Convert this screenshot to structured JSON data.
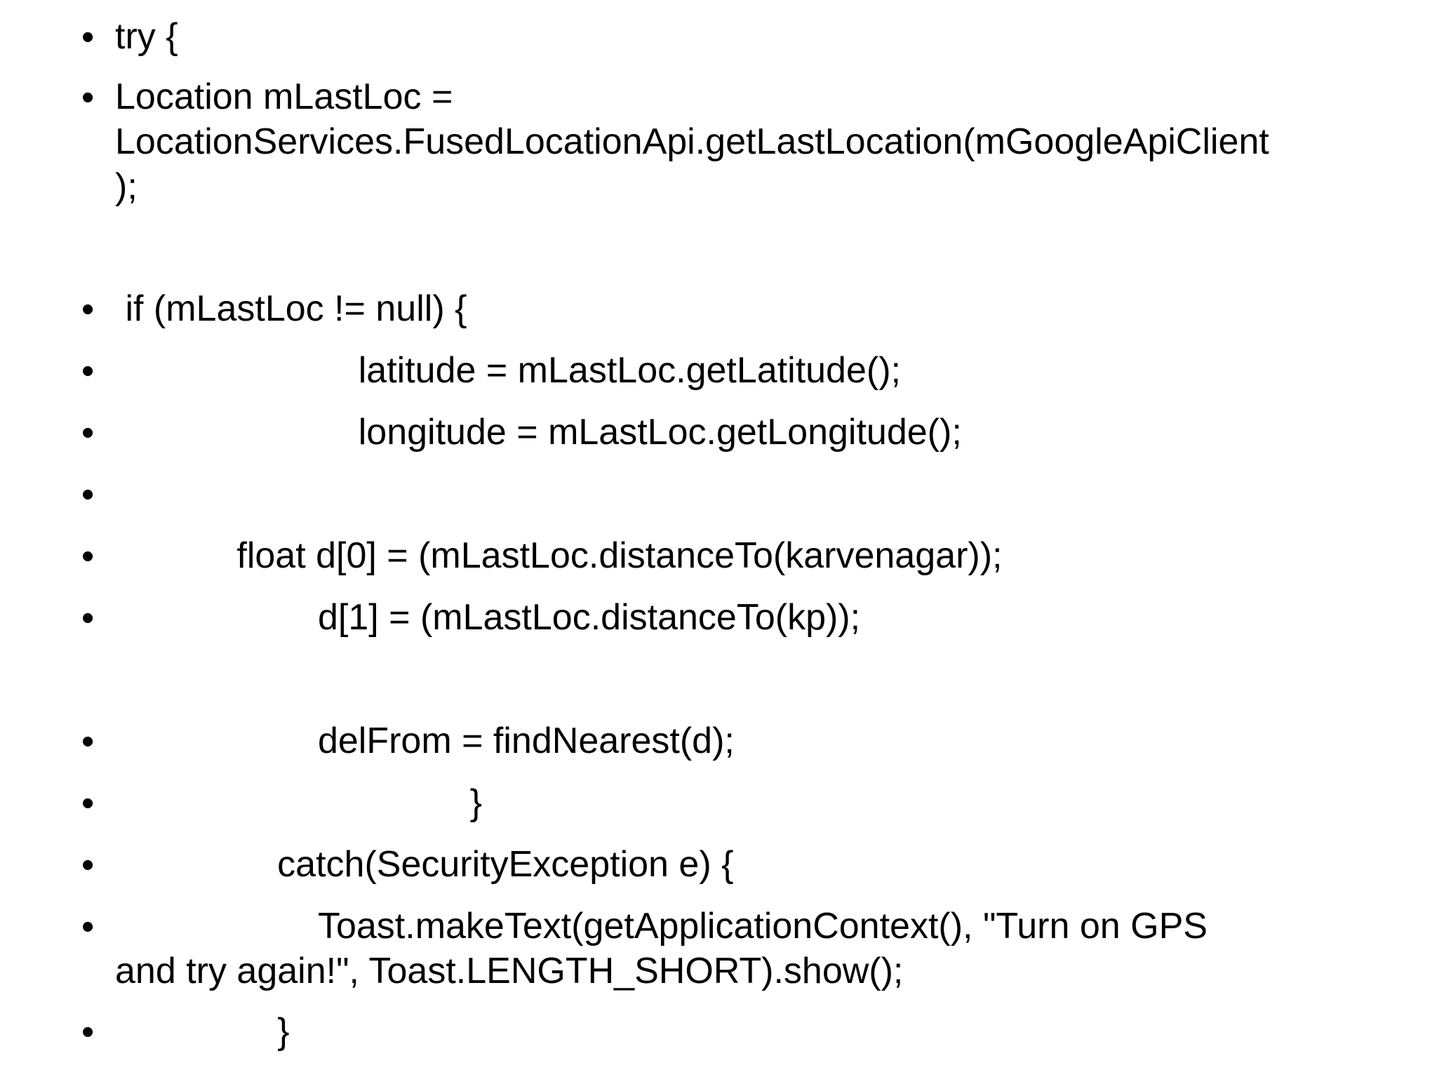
{
  "slide": {
    "bullet_glyph": "•",
    "lines": [
      {
        "text": "try {"
      },
      {
        "text": "Location mLastLoc =\nLocationServices.FusedLocationApi.getLastLocation(mGoogleApiClient\n);"
      },
      {
        "text": " if (mLastLoc != null) {"
      },
      {
        "text": "                        latitude = mLastLoc.getLatitude();"
      },
      {
        "text": "                        longitude = mLastLoc.getLongitude();"
      },
      {
        "text": ""
      },
      {
        "text": "            float d[0] = (mLastLoc.distanceTo(karvenagar));"
      },
      {
        "text": "                    d[1] = (mLastLoc.distanceTo(kp));"
      },
      {
        "text": "                    delFrom = findNearest(d);"
      },
      {
        "text": "                                   }"
      },
      {
        "text": "                catch(SecurityException e) {"
      },
      {
        "text": "                    Toast.makeText(getApplicationContext(), \"Turn on GPS\nand try again!\", Toast.LENGTH_SHORT).show();"
      },
      {
        "text": "                }"
      }
    ]
  }
}
